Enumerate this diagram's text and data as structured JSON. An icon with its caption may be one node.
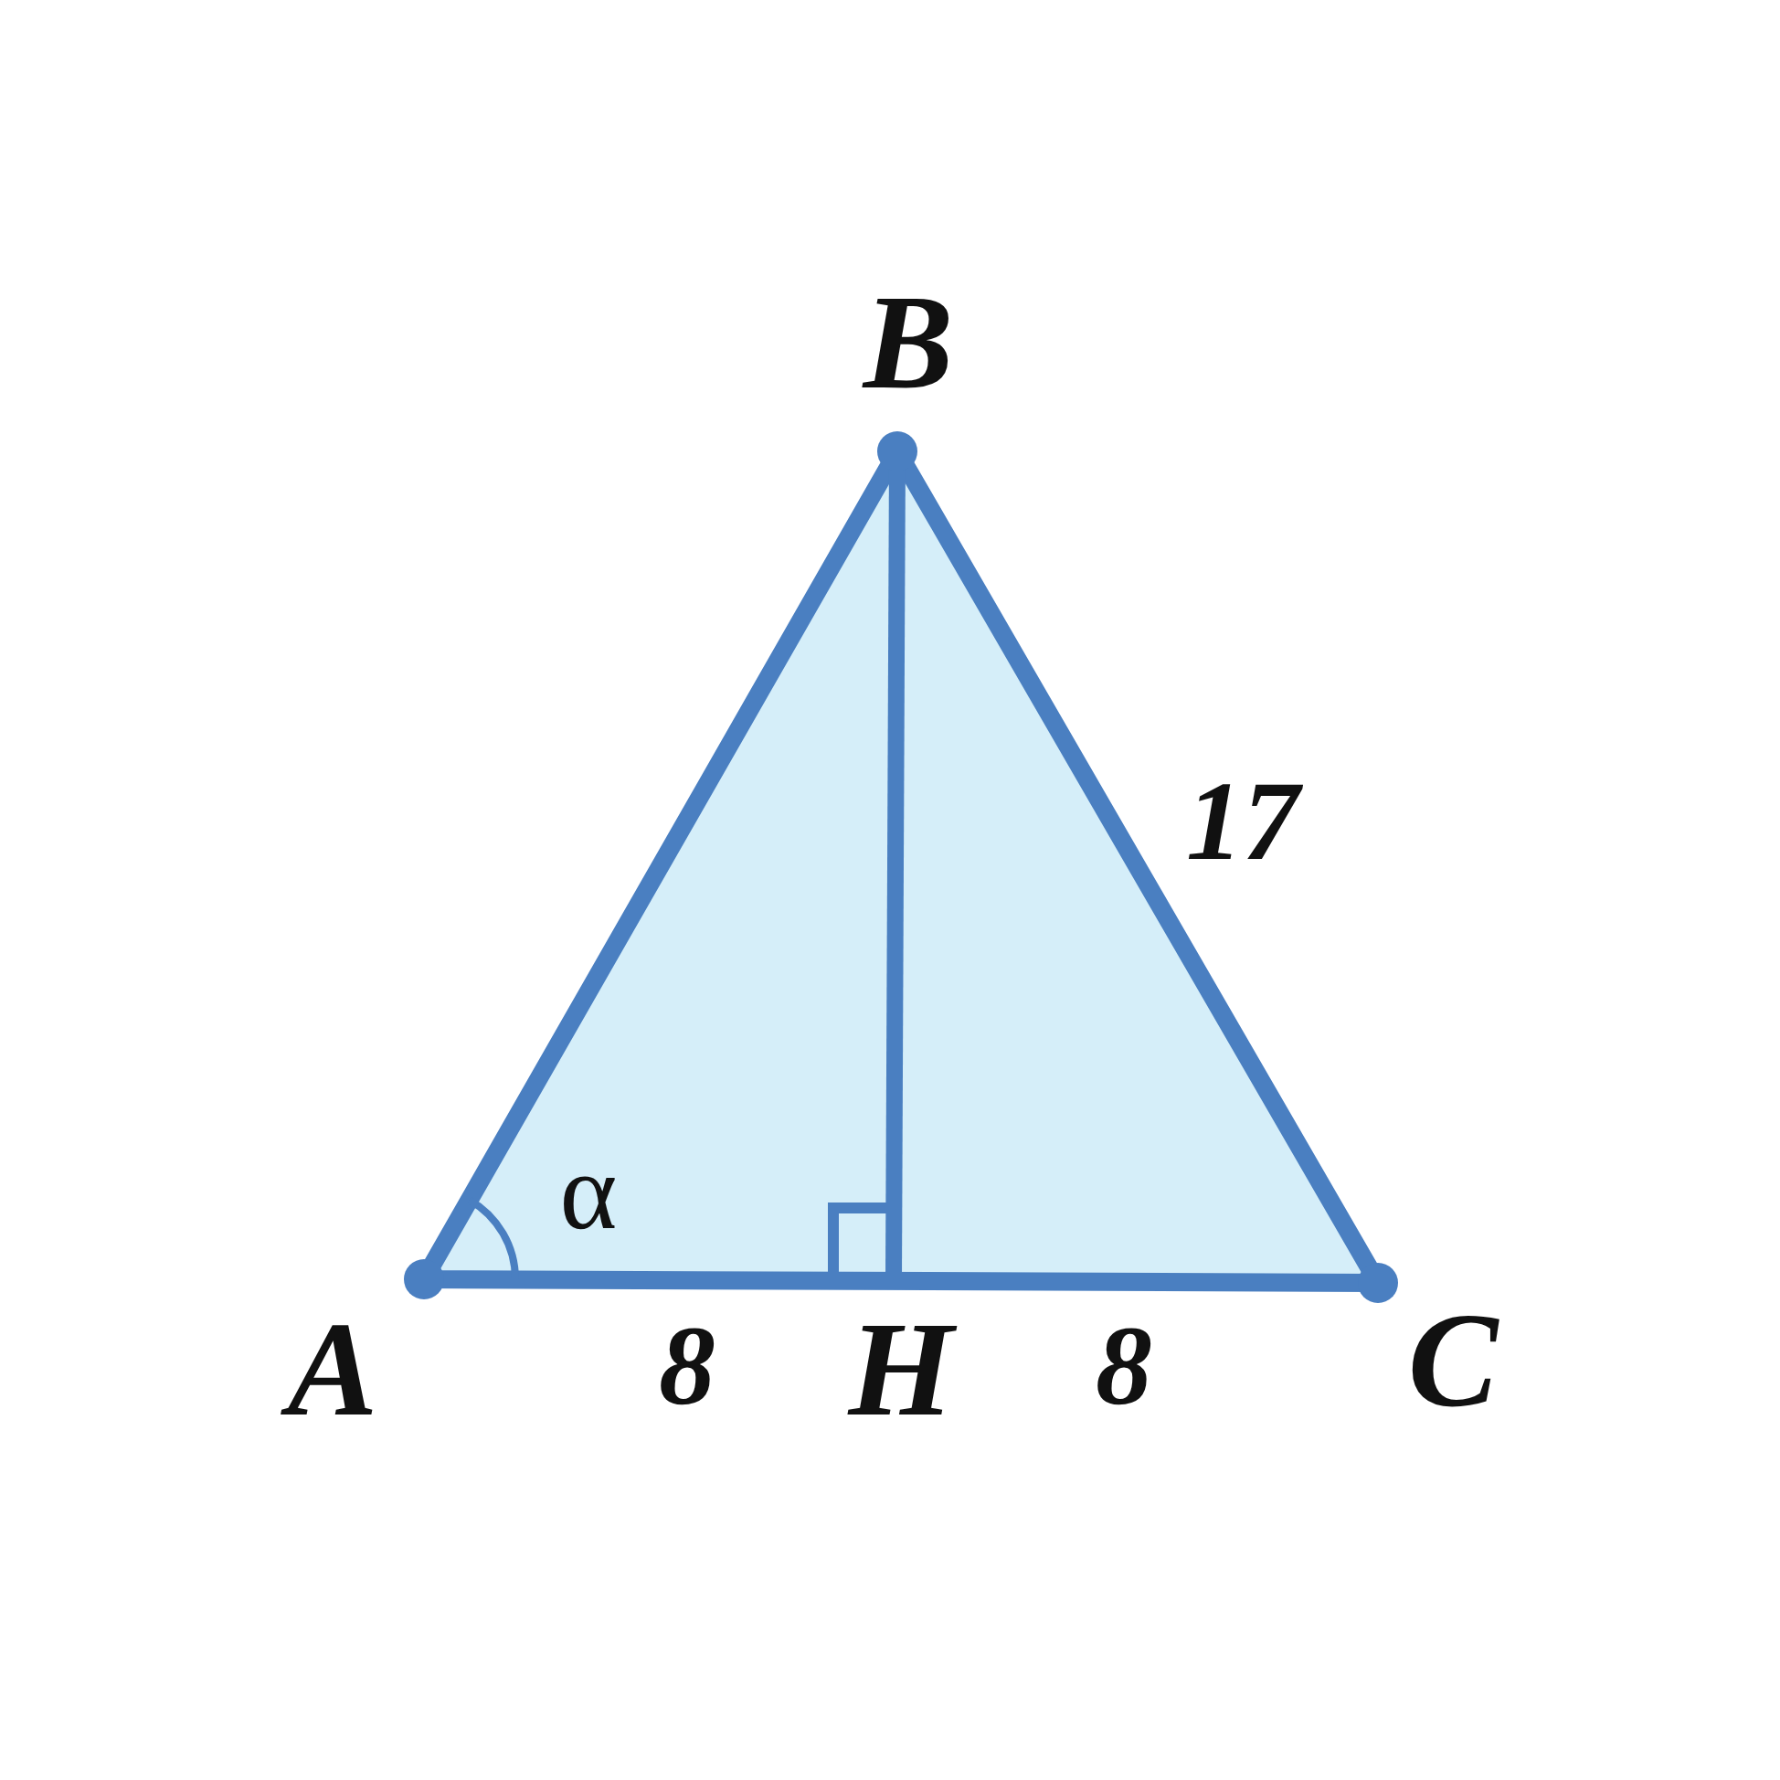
{
  "diagram": {
    "labels": [
      "B",
      "17",
      "α",
      "A",
      "8",
      "H",
      "8",
      "C"
    ]
  }
}
